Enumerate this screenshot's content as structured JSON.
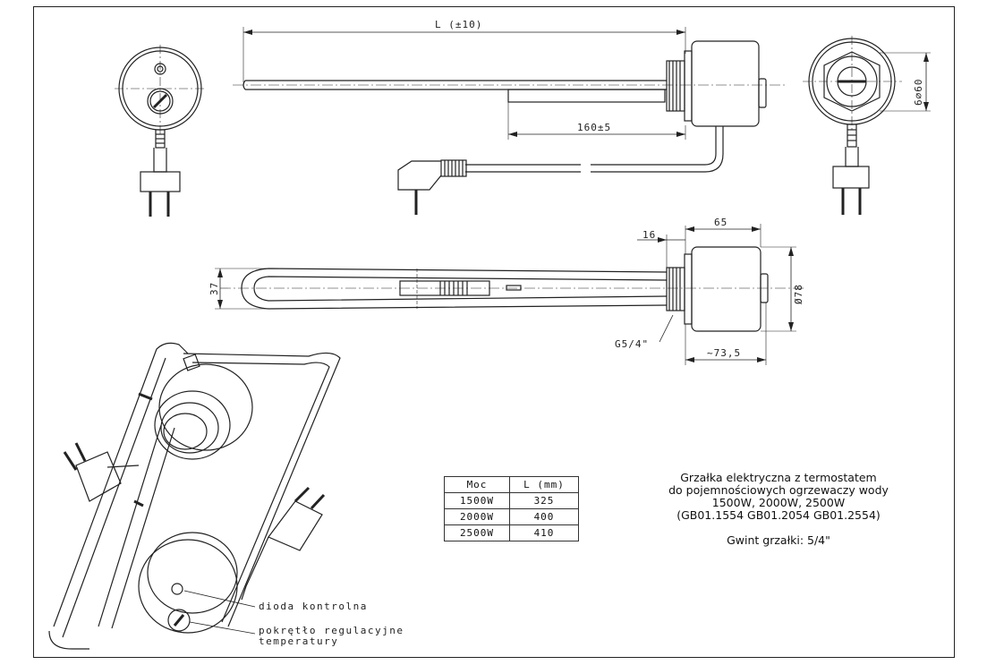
{
  "drawing": {
    "dimensions": {
      "length": "L  (±10)",
      "tube_inner": "160±5",
      "thread_len": "16",
      "body_len": "65",
      "diameter": "Ø78",
      "height": "37",
      "thread": "G5/4\"",
      "overall": "~73,5",
      "wrench": "6⌀60"
    },
    "labels": {
      "indicator": "dioda kontrolna",
      "knob_line1": "pokrętło regulacyjne",
      "knob_line2": "temperatury"
    }
  },
  "table": {
    "headers": [
      "Moc",
      "L (mm)"
    ],
    "rows": [
      [
        "1500W",
        "325"
      ],
      [
        "2000W",
        "400"
      ],
      [
        "2500W",
        "410"
      ]
    ]
  },
  "description": {
    "line1": "Grzałka elektryczna z termostatem",
    "line2": "do pojemnościowych ogrzewaczy wody",
    "line3": "1500W, 2000W, 2500W",
    "line4": "(GB01.1554 GB01.2054 GB01.2554)",
    "thread": "Gwint grzałki: 5/4\""
  }
}
